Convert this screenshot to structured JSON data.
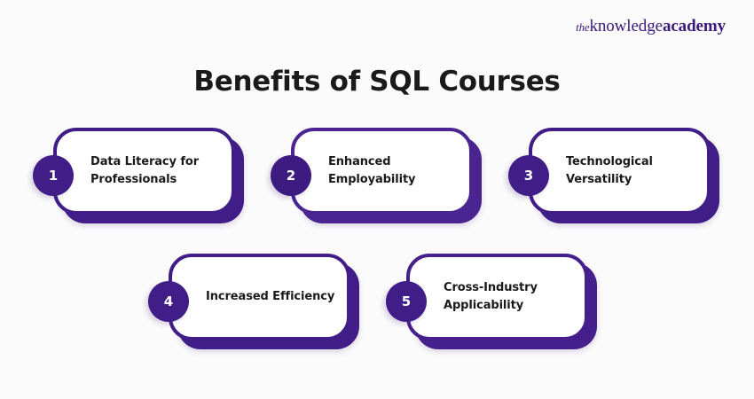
{
  "brand": {
    "logo_the": "the",
    "logo_knowledge": "knowledge",
    "logo_academy": "academy",
    "logo_color": "#3b1a7a"
  },
  "header": {
    "title": "Benefits of SQL Courses",
    "title_color": "#1a1a1a"
  },
  "theme": {
    "background": "#fbfbfb",
    "accent_purple": "#411d87",
    "accent_purple_alt": "#4a2490",
    "card_face": "#ffffff",
    "text": "#1a1a1a"
  },
  "cards": [
    {
      "number": "1",
      "label": "Data Literacy for Professionals"
    },
    {
      "number": "2",
      "label": "Enhanced Employability"
    },
    {
      "number": "3",
      "label": "Technological Versatility"
    },
    {
      "number": "4",
      "label": "Increased Efficiency"
    },
    {
      "number": "5",
      "label": "Cross-Industry Applicability"
    }
  ]
}
